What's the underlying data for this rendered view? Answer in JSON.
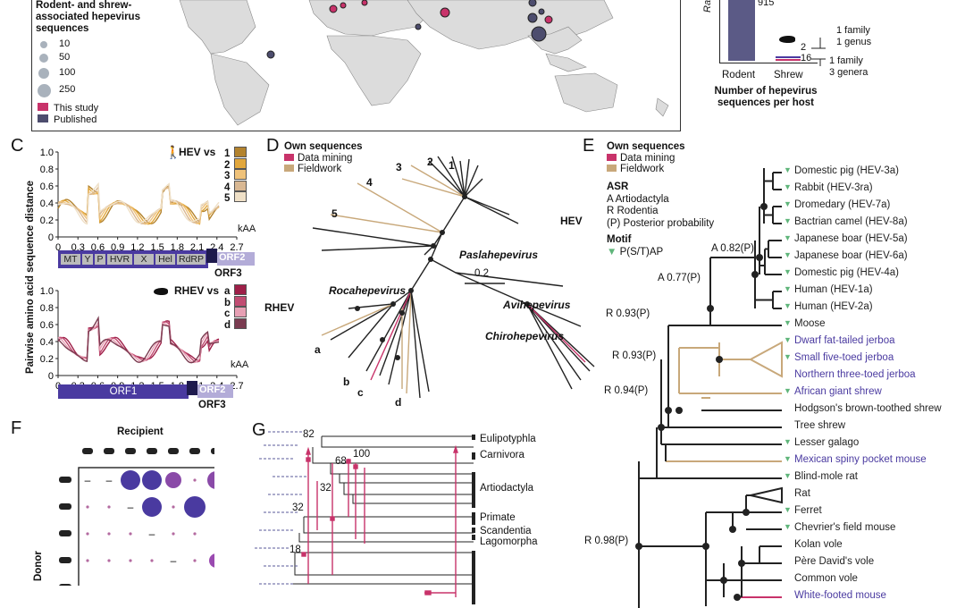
{
  "colors": {
    "rodent": "#4a3aa0",
    "this_study": "#c8336a",
    "published": "#4d4d6e",
    "fieldwork": "#c8a87a",
    "green": "#5fb57a",
    "ocean": "#dcdcdc"
  },
  "panel_a": {
    "legend_title": "Rodent- and shrew-associated hepevirus sequences",
    "sizes": [
      "10",
      "50",
      "100",
      "250"
    ],
    "this_study": "This study",
    "published": "Published"
  },
  "panel_b": {
    "rattus": "Rattus",
    "count_rodent": "915",
    "count_shrew_a": "2",
    "count_shrew_b": "16",
    "fam1": "1 family",
    "genus1": "1 genus",
    "fam2": "1 family",
    "genera3": "3 genera",
    "x_rodent": "Rodent",
    "x_shrew": "Shrew",
    "xlabel": "Number of hepevirus sequences per host"
  },
  "panel_c": {
    "letter": "C",
    "ylabel": "Pairwise amino acid sequence distance",
    "top_label": "HEV vs",
    "top_keys": [
      "1",
      "2",
      "3",
      "4",
      "5"
    ],
    "top_colors": [
      "#b3832e",
      "#e2a73c",
      "#efc27a",
      "#d9b893",
      "#efe0c7"
    ],
    "y_ticks": [
      "1.0",
      "0.8",
      "0.6",
      "0.4",
      "0.2",
      "0"
    ],
    "top_x_ticks": [
      "0",
      "0.3",
      "0.6",
      "0.9",
      "1.2",
      "1.5",
      "1.8",
      "2.1",
      "2.4",
      "2.7"
    ],
    "unit": "kAA",
    "genome_top": [
      "MT",
      "Y",
      "P",
      "HVR",
      "X",
      "Hel",
      "RdRP"
    ],
    "orf2": "ORF2",
    "orf3": "ORF3",
    "bottom_label": "RHEV vs",
    "bottom_keys": [
      "a",
      "b",
      "c",
      "d"
    ],
    "bottom_colors": [
      "#9e1f48",
      "#c14c72",
      "#e7a0b4",
      "#7a3b50"
    ],
    "bottom_x_ticks": [
      "0",
      "0.3",
      "0.6",
      "0.9",
      "1.2",
      "1.5",
      "1.8",
      "2.1",
      "2.4",
      "2.7"
    ],
    "orf1": "ORF1"
  },
  "panel_d": {
    "letter": "D",
    "own": "Own sequences",
    "data_mining": "Data mining",
    "fieldwork": "Fieldwork",
    "hev": "HEV",
    "rhev": "RHEV",
    "paslahepevirus": "Paslahepevirus",
    "rocahepevirus": "Rocahepevirus",
    "avihepevirus": "Avihepevirus",
    "chirohepevirus": "Chirohepevirus",
    "scale": "0.2",
    "labels": [
      "1",
      "2",
      "3",
      "4",
      "5",
      "a",
      "b",
      "c",
      "d"
    ]
  },
  "panel_e": {
    "letter": "E",
    "own": "Own sequences",
    "data_mining": "Data mining",
    "fieldwork": "Fieldwork",
    "asr": "ASR",
    "asr_lines": [
      "A  Artiodactyla",
      "R  Rodentia",
      "(P)  Posterior probability"
    ],
    "motif": "Motif",
    "motif_text": "P(S/T)AP",
    "taxa": [
      {
        "name": "Domestic pig (HEV-3a)",
        "motif": true,
        "blue": false
      },
      {
        "name": "Rabbit (HEV-3ra)",
        "motif": true,
        "blue": false
      },
      {
        "name": "Dromedary (HEV-7a)",
        "motif": true,
        "blue": false
      },
      {
        "name": "Bactrian camel (HEV-8a)",
        "motif": true,
        "blue": false
      },
      {
        "name": "Japanese boar (HEV-5a)",
        "motif": true,
        "blue": false
      },
      {
        "name": "Japanese boar (HEV-6a)",
        "motif": true,
        "blue": false
      },
      {
        "name": "Domestic pig (HEV-4a)",
        "motif": true,
        "blue": false
      },
      {
        "name": "Human (HEV-1a)",
        "motif": true,
        "blue": false
      },
      {
        "name": "Human (HEV-2a)",
        "motif": true,
        "blue": false
      },
      {
        "name": "Moose",
        "motif": true,
        "blue": false
      },
      {
        "name": "Dwarf fat-tailed jerboa",
        "motif": true,
        "blue": true
      },
      {
        "name": "Small five-toed jerboa",
        "motif": true,
        "blue": true
      },
      {
        "name": "Northern three-toed jerboa",
        "motif": false,
        "blue": true
      },
      {
        "name": "African giant shrew",
        "motif": true,
        "blue": true
      },
      {
        "name": "Hodgson's brown-toothed shrew",
        "motif": false,
        "blue": false
      },
      {
        "name": "Tree shrew",
        "motif": false,
        "blue": false
      },
      {
        "name": "Lesser galago",
        "motif": true,
        "blue": false
      },
      {
        "name": "Mexican spiny pocket mouse",
        "motif": true,
        "blue": true
      },
      {
        "name": "Blind-mole rat",
        "motif": true,
        "blue": false
      },
      {
        "name": "Rat",
        "motif": false,
        "blue": false
      },
      {
        "name": "Ferret",
        "motif": true,
        "blue": false
      },
      {
        "name": "Chevrier's field mouse",
        "motif": true,
        "blue": false
      },
      {
        "name": "Kolan vole",
        "motif": false,
        "blue": false
      },
      {
        "name": "Père David's vole",
        "motif": false,
        "blue": false
      },
      {
        "name": "Common vole",
        "motif": false,
        "blue": false
      },
      {
        "name": "White-footed mouse",
        "motif": false,
        "blue": true
      }
    ],
    "asr_nodes": [
      "A 0.82(P)",
      "A 0.77(P)",
      "R 0.93(P)",
      "R 0.93(P)",
      "R 0.94(P)",
      "R 0.98(P)"
    ]
  },
  "panel_f": {
    "letter": "F",
    "recipient": "Recipient",
    "donor": "Donor",
    "dash": "–"
  },
  "panel_g": {
    "letter": "G",
    "groups": [
      "Eulipotyphla",
      "Carnivora",
      "Artiodactyla",
      "Primate",
      "Scandentia",
      "Lagomorpha"
    ],
    "numbers": [
      "82",
      "68",
      "100",
      "32",
      "32",
      "18"
    ]
  }
}
